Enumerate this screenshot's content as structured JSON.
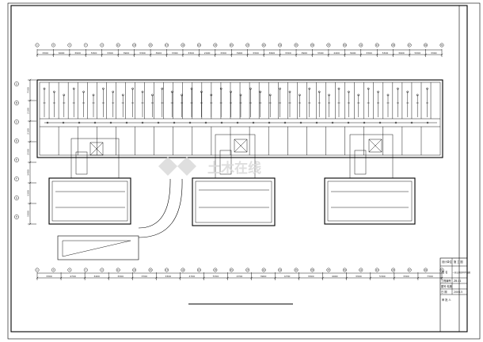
{
  "drawing": {
    "top_dimensions": [
      "3300",
      "6000",
      "3900",
      "5300",
      "3300",
      "3900",
      "3300",
      "3900",
      "3300",
      "3300",
      "2400",
      "3300",
      "3900",
      "3300",
      "3600",
      "3300",
      "3900",
      "3300",
      "2400",
      "3900",
      "3300",
      "5300",
      "3900",
      "5300",
      "3300"
    ],
    "bottom_dimensions": [
      "3300",
      "4700",
      "3400",
      "3300",
      "3700",
      "3300",
      "4700",
      "5700",
      "4700",
      "3900",
      "4700",
      "3300",
      "4900",
      "3300",
      "5300",
      "3300",
      "7300"
    ],
    "left_dimensions": [
      "7500",
      "2100",
      "2100",
      "2500",
      "3400",
      "3300",
      "5000"
    ],
    "grid_numbers_top": [
      "1",
      "3",
      "5",
      "7",
      "9",
      "11",
      "13",
      "15",
      "17",
      "19",
      "21",
      "23",
      "25",
      "27",
      "29",
      "31",
      "33",
      "35",
      "37",
      "39",
      "41",
      "43",
      "45",
      "47",
      "49",
      "51"
    ],
    "grid_numbers_bottom": [
      "1",
      "3",
      "5",
      "7",
      "9",
      "11",
      "13",
      "15",
      "17",
      "19",
      "21",
      "23",
      "25",
      "27",
      "29",
      "31",
      "33",
      "35",
      "37",
      "39",
      "41",
      "43",
      "45",
      "47",
      "49",
      "51"
    ],
    "grid_letters_left": [
      "A",
      "B",
      "C",
      "D",
      "E",
      "F",
      "G",
      "H"
    ]
  },
  "watermark": {
    "text": "土木在线"
  },
  "title_block": {
    "company": "设计单位",
    "stage": "施 工 图",
    "name_label": "图 名",
    "drawing_name": "一层公共照明平面图",
    "project_label": "工程编号",
    "project_value": "ZB-01",
    "sheet_label": "图号 电施",
    "date_label": "日 期",
    "date_value": "2006.5",
    "approved_label": "审 批 人"
  },
  "colors": {
    "line": "#000000",
    "watermark": "#d9d9d9",
    "background": "#ffffff"
  }
}
